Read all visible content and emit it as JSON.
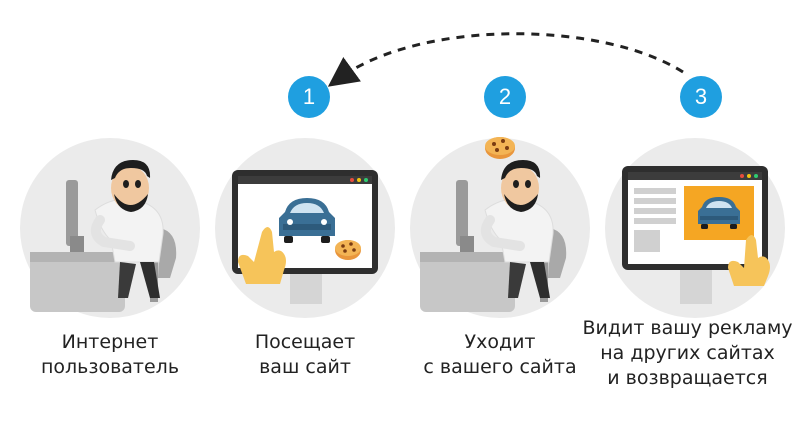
{
  "colors": {
    "badge": "#1f9fe0",
    "circle_bg": "#ebebeb",
    "monitor_frame": "#2e2e2e",
    "accent_orange": "#f5a623",
    "car_blue": "#3a6f95",
    "hand": "#f6c45a"
  },
  "steps": [
    {
      "number": "",
      "line1": "Интернет",
      "line2": "пользователь",
      "line3": ""
    },
    {
      "number": "1",
      "line1": "Посещает",
      "line2": "ваш сайт",
      "line3": ""
    },
    {
      "number": "2",
      "line1": "Уходит",
      "line2": "с вашего сайта",
      "line3": ""
    },
    {
      "number": "3",
      "line1": "Видит вашу рекламу",
      "line2": "на других сайтах",
      "line3": "и возвращается"
    }
  ],
  "icons": [
    "person-at-computer-icon",
    "monitor-car-icon",
    "cookie-icon",
    "pointing-hand-icon",
    "dashed-return-arrow-icon"
  ]
}
